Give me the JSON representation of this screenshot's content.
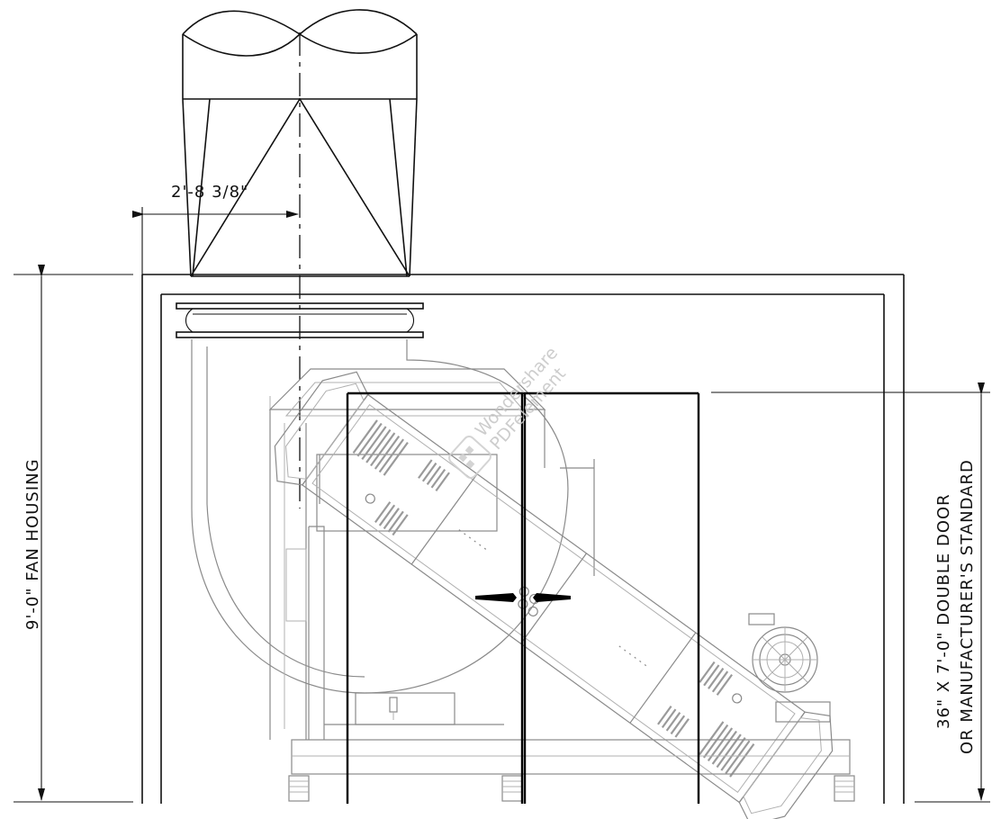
{
  "drawing": {
    "dimension_top": "2'-8 3/8\"",
    "dimension_left": "9'-0\" FAN HOUSING",
    "dimension_right_line1": "36\" X 7'-0\" DOUBLE DOOR",
    "dimension_right_line2": "OR MANUFACTURER'S STANDARD"
  },
  "watermark": {
    "line1": "Wondershare",
    "line2": "PDFelement",
    "icon": "pdfelement-logo-icon"
  },
  "colors": {
    "ink": "#111111",
    "equipment_gray": "#8a8a8a",
    "watermark_gray": "#c8c8c8"
  }
}
